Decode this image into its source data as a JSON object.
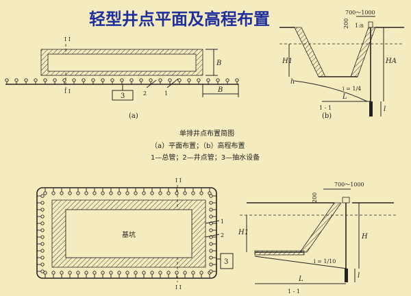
{
  "title": "轻型井点平面及高程布置",
  "top": {
    "section_top": "I I",
    "section_bot": "I I",
    "dim_B1": "B",
    "dim_B2": "B",
    "num_1": "1",
    "num_2": "2",
    "num_3": "3",
    "label_a": "(a)",
    "label_b": "(b)",
    "spacing": "700～1000",
    "dim_200": "200",
    "slope_text": "i = 1/4",
    "slope_ratio": "1:n",
    "H1": "H1",
    "HA": "HA",
    "h": "h",
    "L": "L",
    "l": "l",
    "section_11": "1 - 1"
  },
  "caption": {
    "line1": "单排井点布置简图",
    "line2": "（a）平面布置；（b）高程布置",
    "line3": "1—总管；2—井点管；3—抽水设备"
  },
  "bottom": {
    "section_top": "I I",
    "section_bot": "I I",
    "pit_label": "基坑",
    "num_1": "1",
    "num_2": "2",
    "num_3": "3",
    "spacing": "700～1000",
    "dim_200": "200",
    "slope_text": "i = 1/10",
    "H1": "H1",
    "H": "H",
    "L": "L",
    "l": "l",
    "section_11": "1 - 1"
  }
}
